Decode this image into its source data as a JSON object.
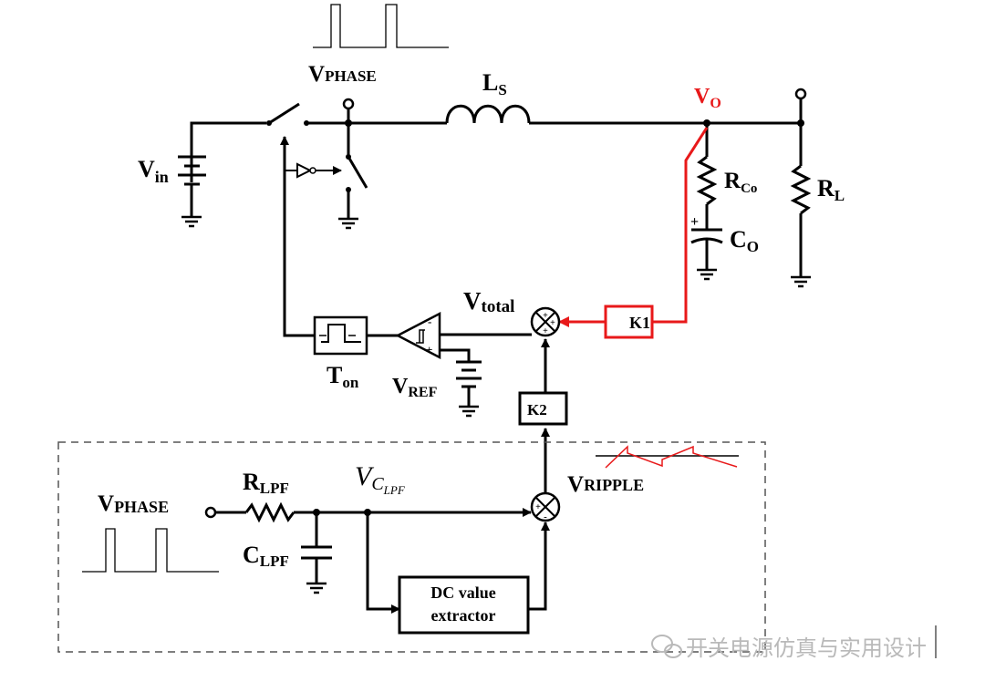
{
  "labels": {
    "vphase_top": "V",
    "vphase_top_sub": "PHASE",
    "ls": "L",
    "ls_sub": "S",
    "vo": "V",
    "vo_sub": "O",
    "vin": "V",
    "vin_sub": "in",
    "rco": "R",
    "rco_sub": "Co",
    "co": "C",
    "co_sub": "O",
    "rl": "R",
    "rl_sub": "L",
    "vtotal": "V",
    "vtotal_sub": "total",
    "ton": "T",
    "ton_sub": "on",
    "vref": "V",
    "vref_sub": "REF",
    "k1": "K1",
    "k2": "K2",
    "vripple": "V",
    "vripple_sub": "RIPPLE",
    "vphase_bottom": "V",
    "vphase_bottom_sub": "PHASE",
    "rlpf": "R",
    "rlpf_sub": "LPF",
    "clpf": "C",
    "clpf_sub": "LPF",
    "vclpf": "V",
    "vclpf_sub": "C",
    "vclpf_subsub": "LPF",
    "dc_line1": "DC value",
    "dc_line2": "extractor",
    "sum_minus": "-",
    "sum_plus": "+",
    "watermark": "开关电源仿真与实用设计"
  },
  "colors": {
    "wire": "#000000",
    "feedback": "#e8191a",
    "dash": "#555555",
    "watermark": "#b9b9b9"
  },
  "icons": {
    "switch": "switch-icon",
    "inductor": "inductor-icon",
    "resistor": "resistor-icon",
    "capacitor": "capacitor-icon",
    "battery": "battery-icon",
    "ground": "ground-icon",
    "summer": "summing-junction-icon",
    "comparator": "comparator-icon",
    "one_shot": "one-shot-timer-icon",
    "buffer": "buffer-icon",
    "wechat": "wechat-icon"
  }
}
